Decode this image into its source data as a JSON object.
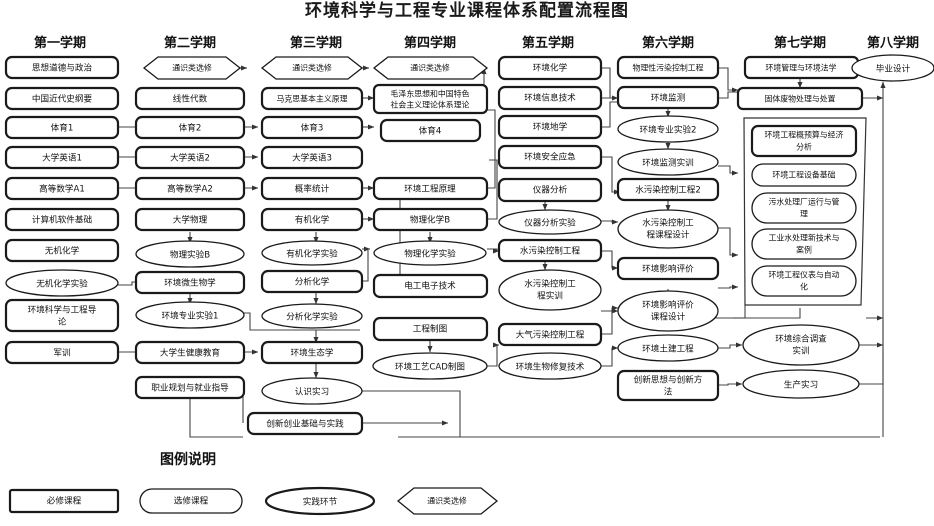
{
  "title": "环境科学与工程专业课程体系配置流程图",
  "legend": {
    "heading": "图例说明",
    "items": [
      {
        "label": "必修课程",
        "shape": "rect"
      },
      {
        "label": "选修课程",
        "shape": "rounded-rect"
      },
      {
        "label": "实践环节",
        "shape": "ellipse"
      },
      {
        "label": "通识类选修",
        "shape": "hexagon"
      }
    ]
  },
  "columns": [
    {
      "header": "第一学期",
      "nodes": [
        {
          "label": "思想道德与政治",
          "shape": "rounded-rect"
        },
        {
          "label": "中国近代史纲要",
          "shape": "rounded-rect"
        },
        {
          "label": "体育1",
          "shape": "rounded-rect"
        },
        {
          "label": "大学英语1",
          "shape": "rounded-rect"
        },
        {
          "label": "高等数学A1",
          "shape": "rounded-rect"
        },
        {
          "label": "计算机软件基础",
          "shape": "rounded-rect"
        },
        {
          "label": "无机化学",
          "shape": "rounded-rect"
        },
        {
          "label": "无机化学实验",
          "shape": "ellipse"
        },
        {
          "label": "环境科学与工程导论",
          "shape": "rounded-rect"
        },
        {
          "label": "军训",
          "shape": "rounded-rect"
        }
      ]
    },
    {
      "header": "第二学期",
      "nodes": [
        {
          "label": "通识类选修",
          "shape": "hexagon"
        },
        {
          "label": "线性代数",
          "shape": "rounded-rect"
        },
        {
          "label": "体育2",
          "shape": "rounded-rect"
        },
        {
          "label": "大学英语2",
          "shape": "rounded-rect"
        },
        {
          "label": "高等数学A2",
          "shape": "rounded-rect"
        },
        {
          "label": "大学物理",
          "shape": "rounded-rect"
        },
        {
          "label": "物理实验B",
          "shape": "ellipse"
        },
        {
          "label": "环境微生物学",
          "shape": "rounded-rect"
        },
        {
          "label": "环境专业实验1",
          "shape": "ellipse"
        },
        {
          "label": "大学生健康教育",
          "shape": "rounded-rect"
        },
        {
          "label": "职业规划与就业指导",
          "shape": "rounded-rect"
        }
      ]
    },
    {
      "header": "第三学期",
      "nodes": [
        {
          "label": "通识类选修",
          "shape": "hexagon"
        },
        {
          "label": "马克思基本主义原理",
          "shape": "rounded-rect"
        },
        {
          "label": "体育3",
          "shape": "rounded-rect"
        },
        {
          "label": "大学英语3",
          "shape": "rounded-rect"
        },
        {
          "label": "概率统计",
          "shape": "rounded-rect"
        },
        {
          "label": "有机化学",
          "shape": "rounded-rect"
        },
        {
          "label": "有机化学实验",
          "shape": "ellipse"
        },
        {
          "label": "分析化学",
          "shape": "rounded-rect"
        },
        {
          "label": "分析化学实验",
          "shape": "ellipse"
        },
        {
          "label": "环境生态学",
          "shape": "rounded-rect"
        },
        {
          "label": "认识实习",
          "shape": "ellipse"
        },
        {
          "label": "创新创业基础与实践",
          "shape": "rounded-rect"
        }
      ]
    },
    {
      "header": "第四学期",
      "nodes": [
        {
          "label": "通识类选修",
          "shape": "hexagon"
        },
        {
          "label": "毛泽东思想和中国特色社会主义理论体系理论",
          "shape": "rounded-rect"
        },
        {
          "label": "体育4",
          "shape": "rounded-rect"
        },
        {
          "label": "环境工程原理",
          "shape": "rounded-rect"
        },
        {
          "label": "物理化学B",
          "shape": "rounded-rect"
        },
        {
          "label": "物理化学实验",
          "shape": "ellipse"
        },
        {
          "label": "电工电子技术",
          "shape": "rounded-rect"
        },
        {
          "label": "工程制图",
          "shape": "rounded-rect"
        },
        {
          "label": "环境工艺CAD制图",
          "shape": "ellipse"
        }
      ]
    },
    {
      "header": "第五学期",
      "nodes": [
        {
          "label": "环境化学",
          "shape": "rounded-rect"
        },
        {
          "label": "环境信息技术",
          "shape": "rounded-rect"
        },
        {
          "label": "环境地学",
          "shape": "rounded-rect"
        },
        {
          "label": "环境安全应急",
          "shape": "rounded-rect"
        },
        {
          "label": "仪器分析",
          "shape": "rounded-rect"
        },
        {
          "label": "仪器分析实验",
          "shape": "ellipse"
        },
        {
          "label": "水污染控制工程",
          "shape": "rounded-rect"
        },
        {
          "label": "水污染控制工程实训",
          "shape": "ellipse"
        },
        {
          "label": "大气污染控制工程",
          "shape": "rounded-rect"
        },
        {
          "label": "环境生物修复技术",
          "shape": "ellipse"
        }
      ]
    },
    {
      "header": "第六学期",
      "nodes": [
        {
          "label": "物理性污染控制工程",
          "shape": "rounded-rect"
        },
        {
          "label": "环境监测",
          "shape": "rounded-rect"
        },
        {
          "label": "环境专业实验2",
          "shape": "ellipse"
        },
        {
          "label": "环境监测实训",
          "shape": "ellipse"
        },
        {
          "label": "水污染控制工程2",
          "shape": "rounded-rect"
        },
        {
          "label": "水污染控制工程课程设计",
          "shape": "ellipse"
        },
        {
          "label": "环境影响评价",
          "shape": "rounded-rect"
        },
        {
          "label": "环境影响评价课程设计",
          "shape": "ellipse"
        },
        {
          "label": "环境土建工程",
          "shape": "ellipse"
        },
        {
          "label": "创新思想与创新方法",
          "shape": "rounded-rect"
        }
      ]
    },
    {
      "header": "第七学期",
      "nodes": [
        {
          "label": "环境管理与环境法学",
          "shape": "rounded-rect"
        },
        {
          "label": "固体废物处理与处置",
          "shape": "rounded-rect"
        },
        {
          "label": "环境工程概预算与经济分析",
          "shape": "rounded-rect"
        },
        {
          "label": "环境工程设备基础",
          "shape": "pill"
        },
        {
          "label": "污水处理厂运行与管理",
          "shape": "pill"
        },
        {
          "label": "工业水处理新技术与案例",
          "shape": "pill"
        },
        {
          "label": "环境工程仪表与自动化",
          "shape": "pill"
        },
        {
          "label": "环境综合调查实训",
          "shape": "ellipse"
        },
        {
          "label": "生产实习",
          "shape": "ellipse"
        }
      ]
    },
    {
      "header": "第八学期",
      "nodes": [
        {
          "label": "毕业设计",
          "shape": "ellipse"
        }
      ]
    }
  ],
  "colors": {
    "background": "#ffffff",
    "node_stroke": "#1a1a1a",
    "link_stroke": "#444444",
    "text": "#111111"
  }
}
